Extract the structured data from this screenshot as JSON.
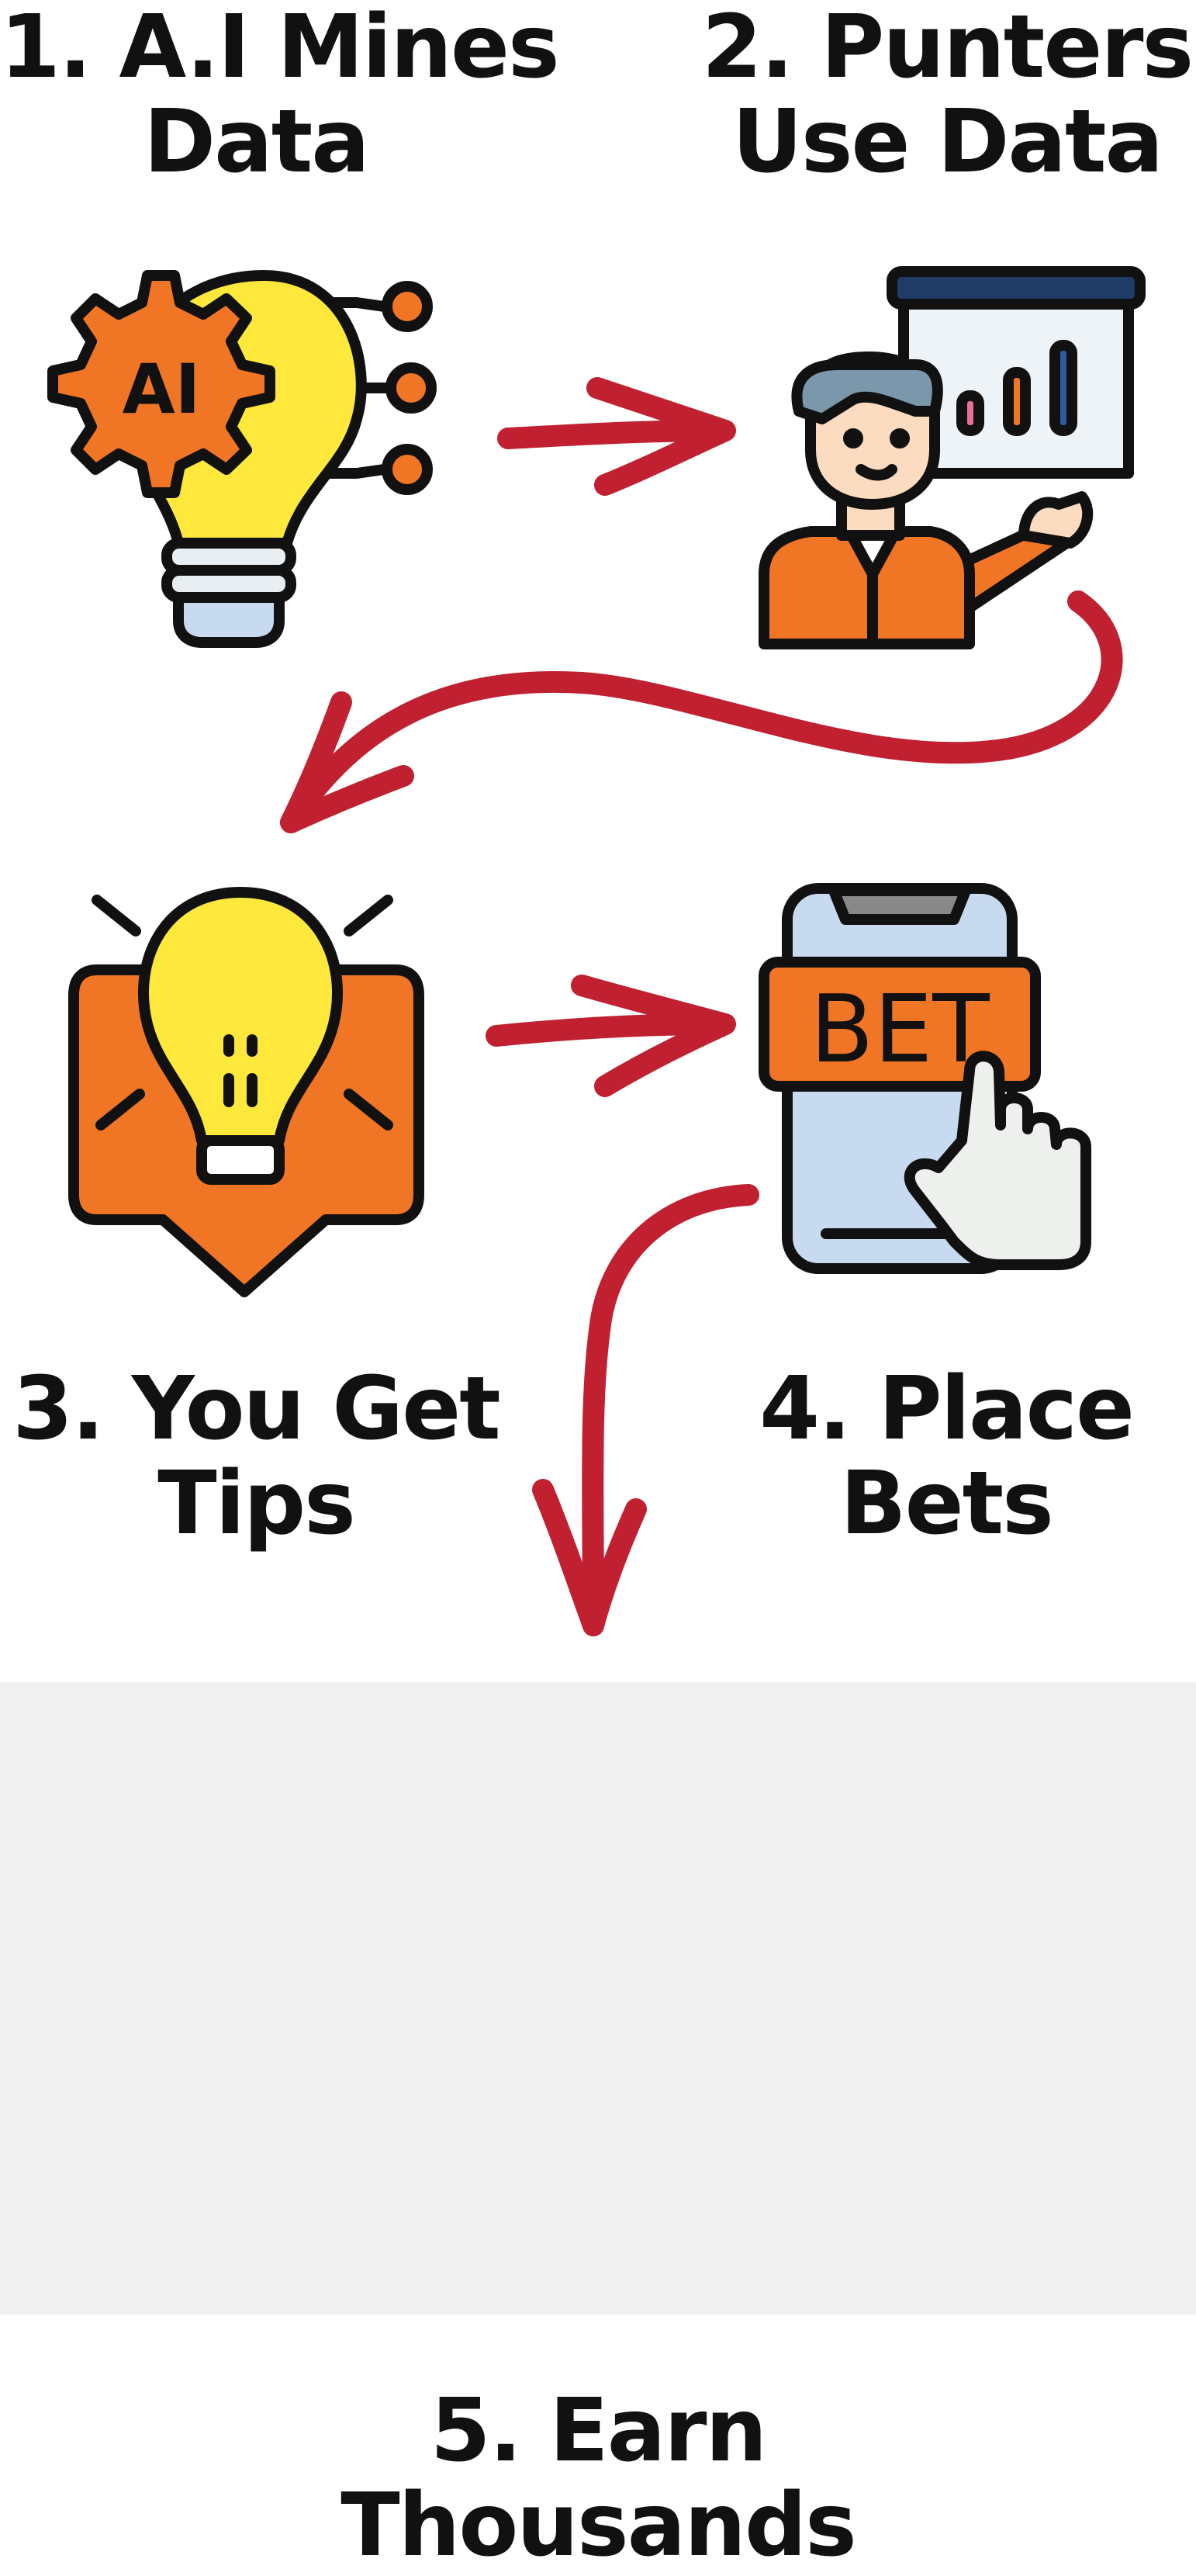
{
  "steps": [
    {
      "line1": "1. A.I Mines",
      "line2": "Data"
    },
    {
      "line1": "2. Punters",
      "line2": "Use Data"
    },
    {
      "line1": "3. You Get",
      "line2": "Tips"
    },
    {
      "line1": "4. Place",
      "line2": "Bets"
    },
    {
      "line1": "5. Earn",
      "line2": "Thousands"
    }
  ],
  "icons": {
    "ai_bulb_text": "AI",
    "phone_bet_text": "BET"
  },
  "colors": {
    "arrow": "#c0202f",
    "orange": "#f07524",
    "yellow": "#fde83b",
    "light_blue": "#c8daf0",
    "placeholder": "#f0f0f0",
    "outline": "#111111"
  }
}
